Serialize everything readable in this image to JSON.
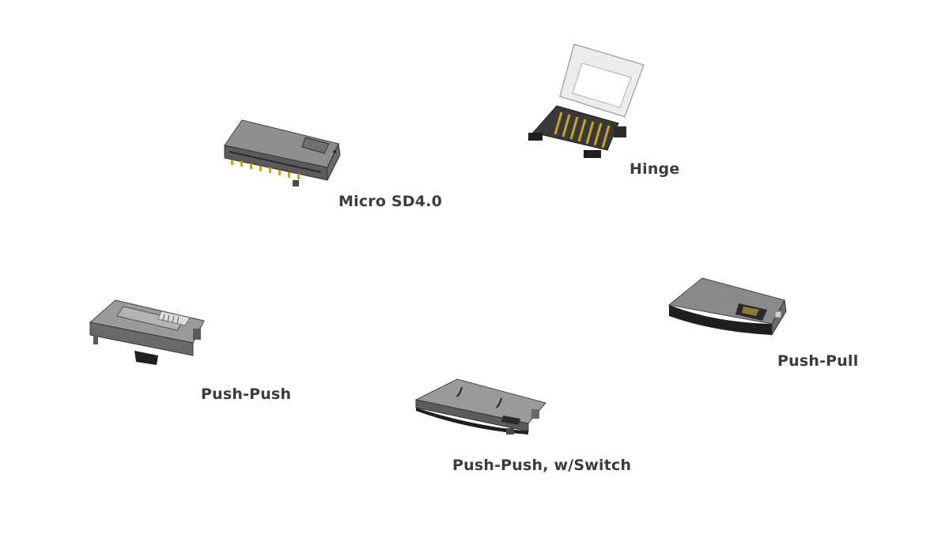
{
  "products": [
    {
      "id": "micro-sd4",
      "label": "Micro SD4.0"
    },
    {
      "id": "hinge",
      "label": "Hinge"
    },
    {
      "id": "push-push",
      "label": "Push-Push"
    },
    {
      "id": "push-pull",
      "label": "Push-Pull"
    },
    {
      "id": "push-push-switch",
      "label": "Push-Push, w/Switch"
    }
  ],
  "colors": {
    "background": "#ffffff",
    "label_text": "#3c3c3c",
    "metal_top": "#8e8e8e",
    "metal_side": "#5b5b5b",
    "metal_edge": "#2f2f2f",
    "hinge_frame": "#e6e6e6",
    "contact_gold": "#c9a227",
    "insulator_dark": "#1e1e1e"
  }
}
